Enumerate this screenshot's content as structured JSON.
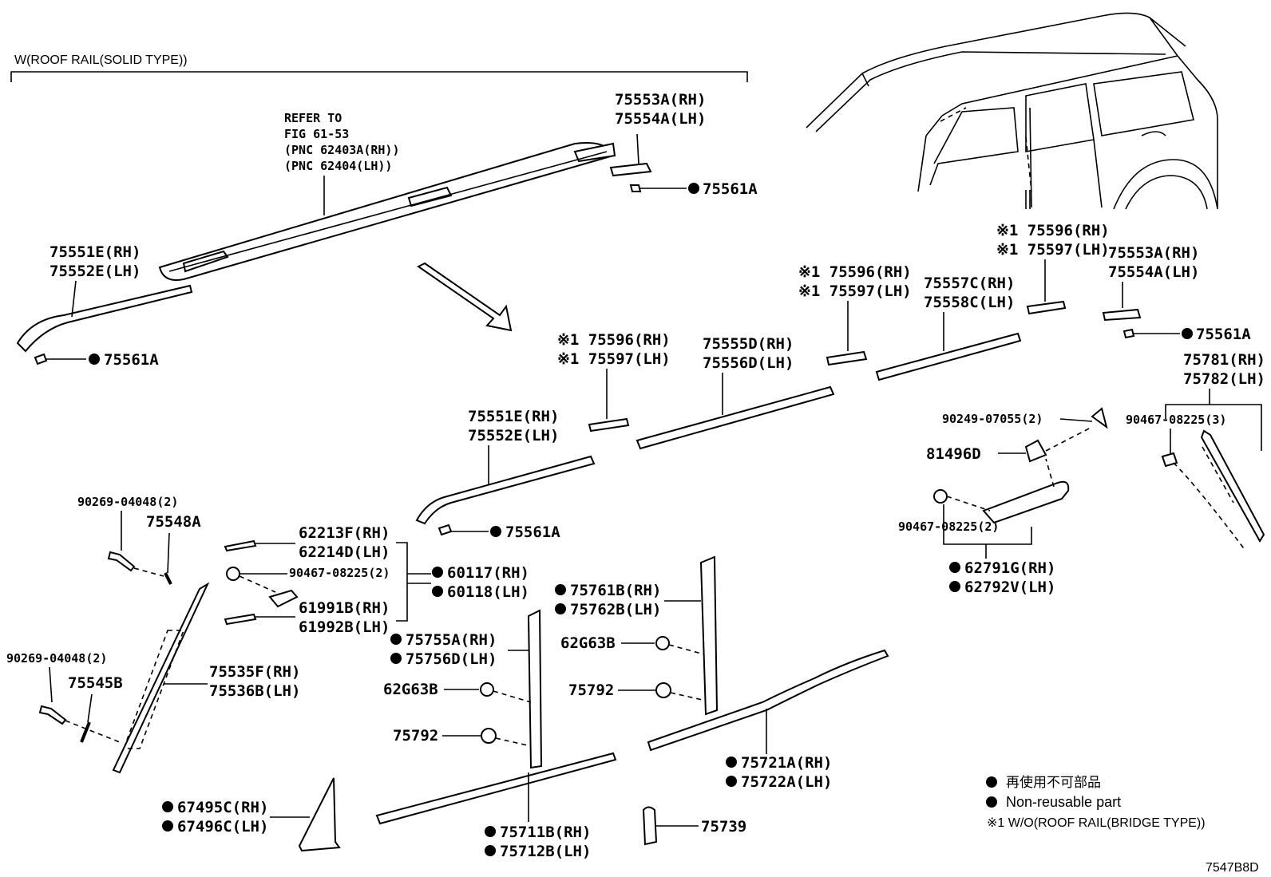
{
  "section_title": "W(ROOF RAIL(SOLID TYPE))",
  "refer": [
    "REFER TO",
    "FIG 61-53",
    "(PNC 62403A(RH))",
    "(PNC 62404(LH))"
  ],
  "labels": {
    "l_75553A_1": "75553A(RH)",
    "l_75554A_1": "75554A(LH)",
    "l_75561A_1": "75561A",
    "l_75551E_1": "75551E(RH)",
    "l_75552E_1": "75552E(LH)",
    "l_75561A_2": "75561A",
    "l_75596_1": "※1 75596(RH)",
    "l_75597_1": "※1 75597(LH)",
    "l_75553A_2": "75553A(RH)",
    "l_75554A_2": "75554A(LH)",
    "l_75596_2": "※1 75596(RH)",
    "l_75597_2": "※1 75597(LH)",
    "l_75557C": "75557C(RH)",
    "l_75558C": "75558C(LH)",
    "l_75561A_3": "75561A",
    "l_75596_3": "※1 75596(RH)",
    "l_75597_3": "※1 75597(LH)",
    "l_75555D": "75555D(RH)",
    "l_75556D": "75556D(LH)",
    "l_75781": "75781(RH)",
    "l_75782": "75782(LH)",
    "l_90249": "90249-07055(2)",
    "l_90467_3": "90467-08225(3)",
    "l_81496D": "81496D",
    "l_75551E_2": "75551E(RH)",
    "l_75552E_2": "75552E(LH)",
    "l_75561A_4": "75561A",
    "l_90467_2b": "90467-08225(2)",
    "l_62791G": "62791G(RH)",
    "l_62792V": "62792V(LH)",
    "l_90269_1": "90269-04048(2)",
    "l_75548A": "75548A",
    "l_62213F": "62213F(RH)",
    "l_62214D": "62214D(LH)",
    "l_90467_2a": "90467-08225(2)",
    "l_60117": "60117(RH)",
    "l_60118": "60118(LH)",
    "l_61991B": "61991B(RH)",
    "l_61992B": "61992B(LH)",
    "l_75761B": "75761B(RH)",
    "l_75762B": "75762B(LH)",
    "l_75755A": "75755A(RH)",
    "l_75756D": "75756D(LH)",
    "l_62G63B_1": "62G63B",
    "l_62G63B_2": "62G63B",
    "l_75792_1": "75792",
    "l_75792_2": "75792",
    "l_90269_2": "90269-04048(2)",
    "l_75545B": "75545B",
    "l_75535F": "75535F(RH)",
    "l_75536B": "75536B(LH)",
    "l_75721A": "75721A(RH)",
    "l_75722A": "75722A(LH)",
    "l_67495C": "67495C(RH)",
    "l_67496C": "67496C(LH)",
    "l_75711B": "75711B(RH)",
    "l_75712B": "75712B(LH)",
    "l_75739": "75739"
  },
  "legend": {
    "jp": "再使用不可部品",
    "en": "Non-reusable part",
    "note": "※1 W/O(ROOF RAIL(BRIDGE TYPE))"
  },
  "figure_code": "7547B8D"
}
